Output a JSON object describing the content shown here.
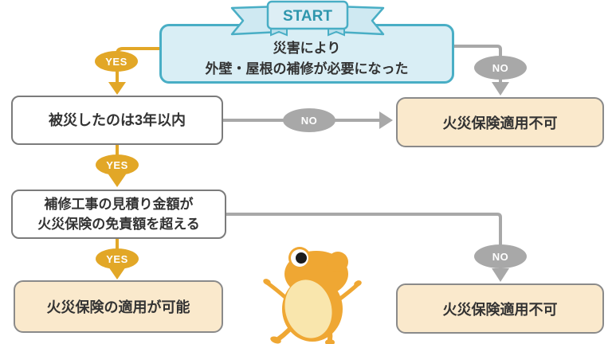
{
  "diagram": {
    "title_hint": "fire-insurance-applicability-flowchart",
    "start_label": "START",
    "nodes": {
      "condition_disaster": {
        "lines": [
          "災害により",
          "外壁・屋根の補修が必要になった"
        ]
      },
      "condition_within_3_years": {
        "label": "被災したのは3年以内"
      },
      "condition_estimate_exceeds_deductible": {
        "lines": [
          "補修工事の見積り金額が",
          "火災保険の免責額を超える"
        ]
      },
      "result_applicable": {
        "label": "火災保険の適用が可能"
      },
      "result_not_applicable_top": {
        "label": "火災保険適用不可"
      },
      "result_not_applicable_bottom": {
        "label": "火災保険適用不可"
      }
    },
    "edges": {
      "yes1": "YES",
      "no1": "NO",
      "yes2": "YES",
      "no2": "NO",
      "yes3": "YES",
      "no3": "NO"
    },
    "colors": {
      "yes_badge": "#e2a727",
      "no_badge": "#a8a8a8",
      "teal_border": "#49aec5",
      "blue_fill": "#d9eef5",
      "ribbon_fill": "#cfe9f2",
      "beige_fill": "#fae9cc",
      "beige_border": "#8a8a8a",
      "white_box_border": "#7b7b7b",
      "text": "#333333",
      "start_text": "#2e96ad",
      "frog_body": "#efa733",
      "frog_belly": "#f9e6ad"
    },
    "mascot": "frog-mascot"
  }
}
